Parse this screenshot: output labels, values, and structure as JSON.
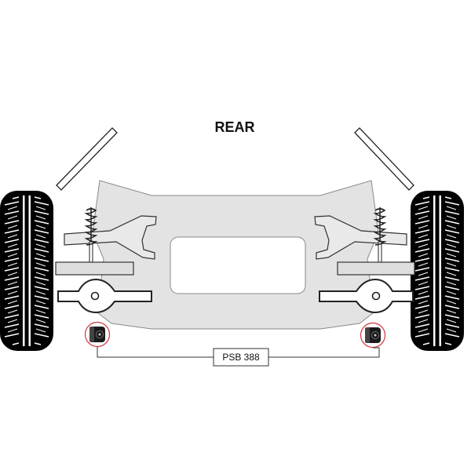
{
  "diagram": {
    "title": "REAR",
    "part_label": "PSB 388",
    "colors": {
      "subframe_fill": "#e3e3e3",
      "subframe_stroke": "#8a8a8a",
      "tire": "#000000",
      "highlight_ring": "#d4343c",
      "bushing": "#111111",
      "leader_line": "#333333"
    },
    "highlighted_parts": [
      "left-bushing",
      "right-bushing"
    ]
  }
}
